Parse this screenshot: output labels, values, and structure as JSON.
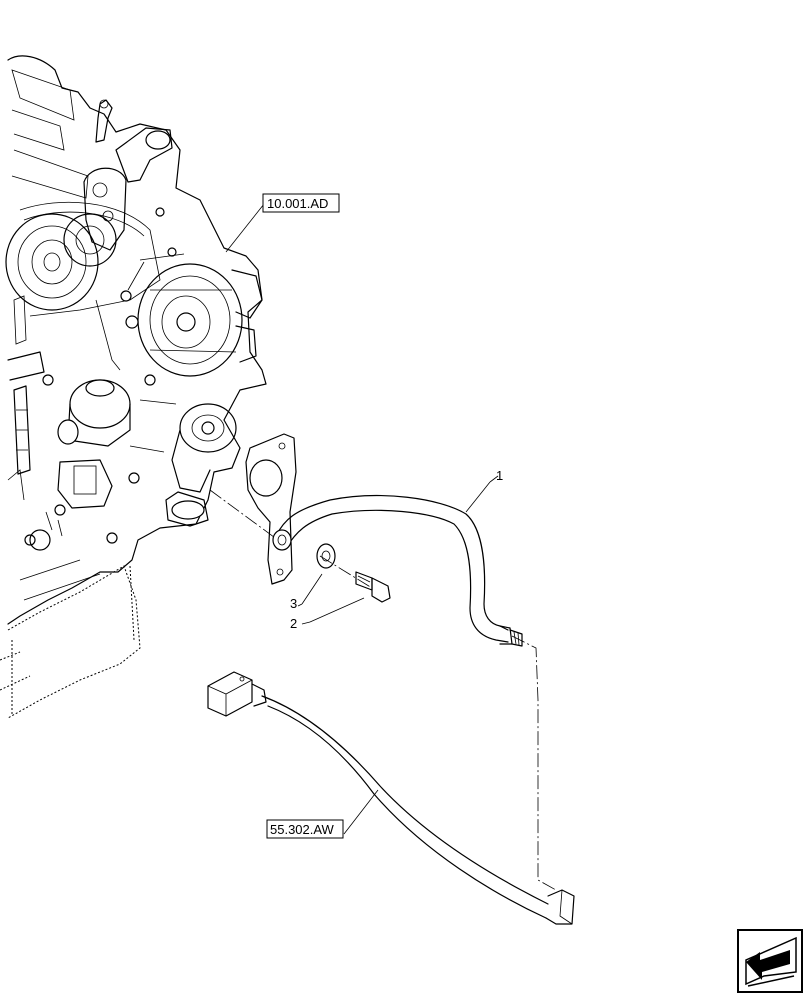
{
  "references": {
    "engine_ref": "10.001.AD",
    "harness_ref": "55.302.AW"
  },
  "callouts": {
    "item_1": "1",
    "item_2": "2",
    "item_3": "3"
  },
  "nav": {
    "icon": "arrow-back-icon"
  }
}
